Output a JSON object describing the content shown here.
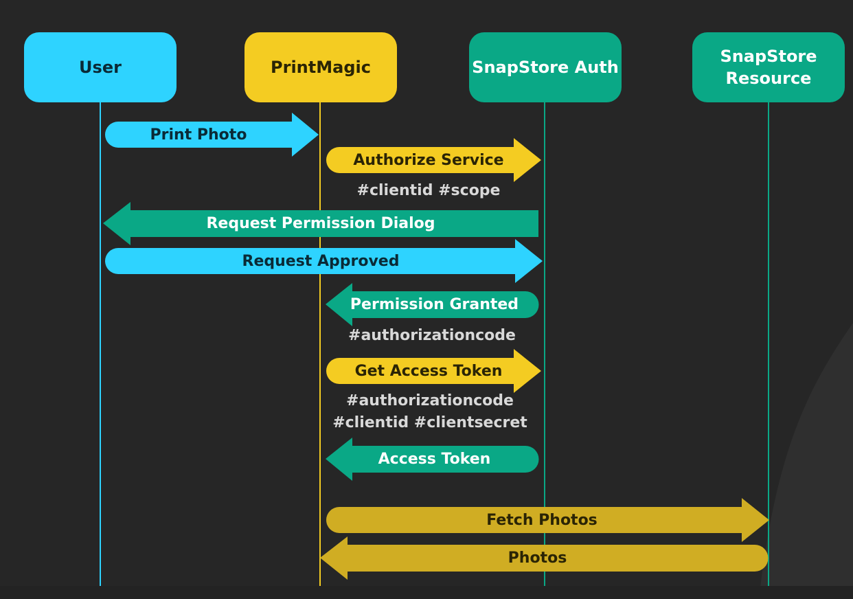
{
  "colors": {
    "background": "#262626",
    "user": "#2ed3ff",
    "printmagic": "#f4cc22",
    "auth": "#0aa886",
    "resource": "#0aa886",
    "fetch": "#d0ad23"
  },
  "actors": {
    "user": "User",
    "printmagic": "PrintMagic",
    "auth": "SnapStore Auth",
    "resource": "SnapStore\nResource"
  },
  "messages": {
    "print_photo": "Print Photo",
    "authorize_service": "Authorize Service",
    "request_permission_dialog": "Request Permission Dialog",
    "request_approved": "Request Approved",
    "permission_granted": "Permission Granted",
    "get_access_token": "Get Access Token",
    "access_token": "Access Token",
    "fetch_photos": "Fetch Photos",
    "photos": "Photos"
  },
  "notes": {
    "authorize_params": "#clientid  #scope",
    "auth_code": "#authorizationcode",
    "token_params": "#authorizationcode\n#clientid #clientsecret"
  }
}
